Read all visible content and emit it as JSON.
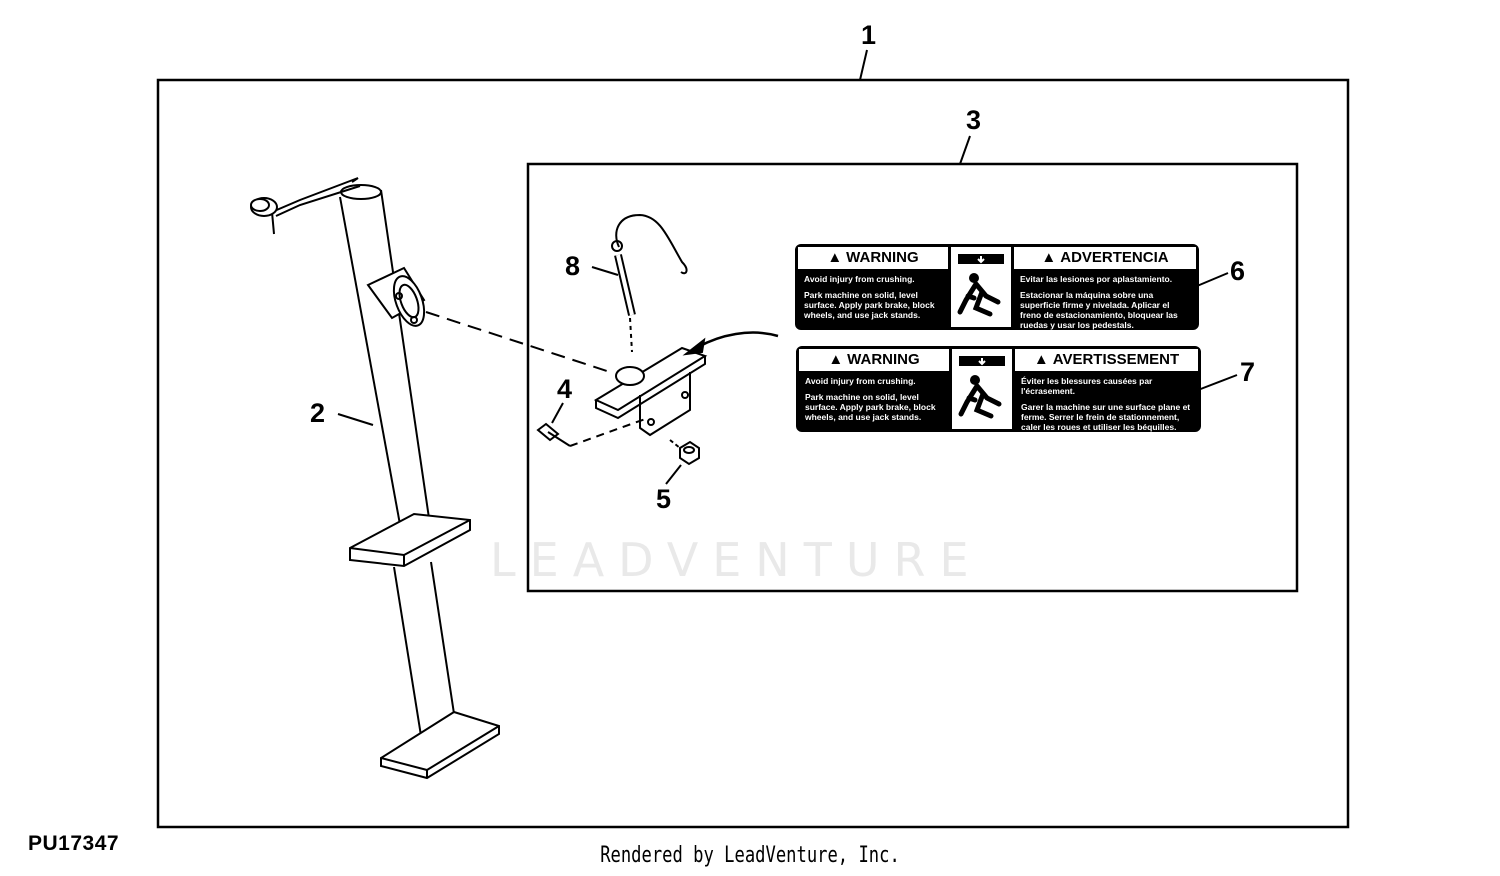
{
  "figure_id": "PU17347",
  "footer": "Rendered by LeadVenture, Inc.",
  "watermark": "LEADVENTURE",
  "callouts": [
    "1",
    "2",
    "3",
    "4",
    "5",
    "6",
    "7",
    "8"
  ],
  "decal_6": {
    "left_title": "WARNING",
    "left_line1": "Avoid injury from crushing.",
    "left_line2": "Park machine on solid, level surface. Apply park brake, block wheels, and use jack stands.",
    "right_title": "ADVERTENCIA",
    "right_line1": "Evitar las lesiones por aplastamiento.",
    "right_line2": "Estacionar la máquina sobre una superficie firme y nivelada. Aplicar el freno de estacionamiento, bloquear las ruedas y usar los pedestals."
  },
  "decal_7": {
    "left_title": "WARNING",
    "left_line1": "Avoid injury from crushing.",
    "left_line2": "Park machine on solid, level surface. Apply park brake, block wheels, and use jack stands.",
    "right_title": "AVERTISSEMENT",
    "right_line1": "Éviter les blessures causées par l'écrasement.",
    "right_line2": "Garer la machine sur une surface plane et ferme. Serrer le frein de stationnement, caler les roues et utiliser les béquilles."
  }
}
